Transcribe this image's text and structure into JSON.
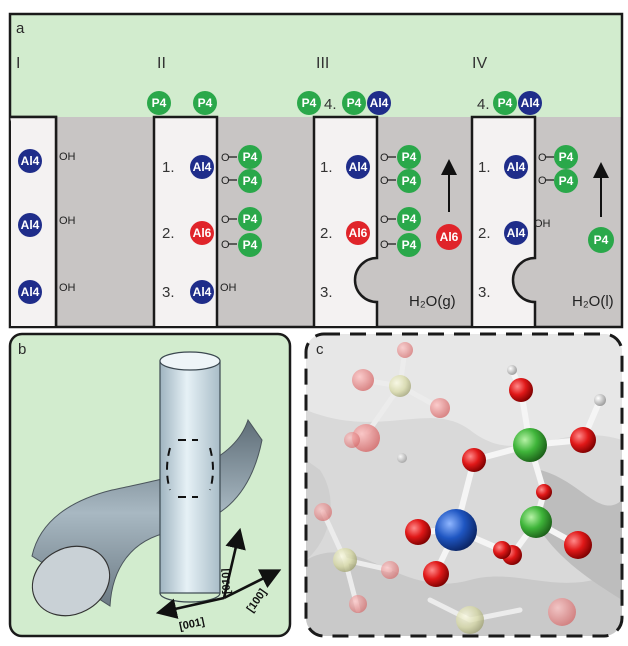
{
  "panel_a": {
    "letter": "a",
    "columns": {
      "I": "I",
      "II": "II",
      "III": "III",
      "IV": "IV"
    },
    "species": {
      "p4": "P4",
      "al4": "Al4",
      "al6": "Al6"
    },
    "oh": "OH",
    "o": "O",
    "numbers": {
      "n1": "1.",
      "n2": "2.",
      "n3": "3.",
      "n4": "4."
    },
    "h2o_gas": "H₂O(g)",
    "h2o_liquid": "H₂O(l)"
  },
  "panel_b": {
    "letter": "b",
    "axes": {
      "a1": "[010]",
      "a2": "[100]",
      "a3": "[001]"
    }
  },
  "panel_c": {
    "letter": "c"
  },
  "colors": {
    "green_bg": "#d2ecce",
    "grey_bg": "#c8c5c4",
    "wall": "#f4f2f2",
    "blue": "#1f2d8a",
    "red": "#e0242a",
    "green": "#2aa84a"
  }
}
